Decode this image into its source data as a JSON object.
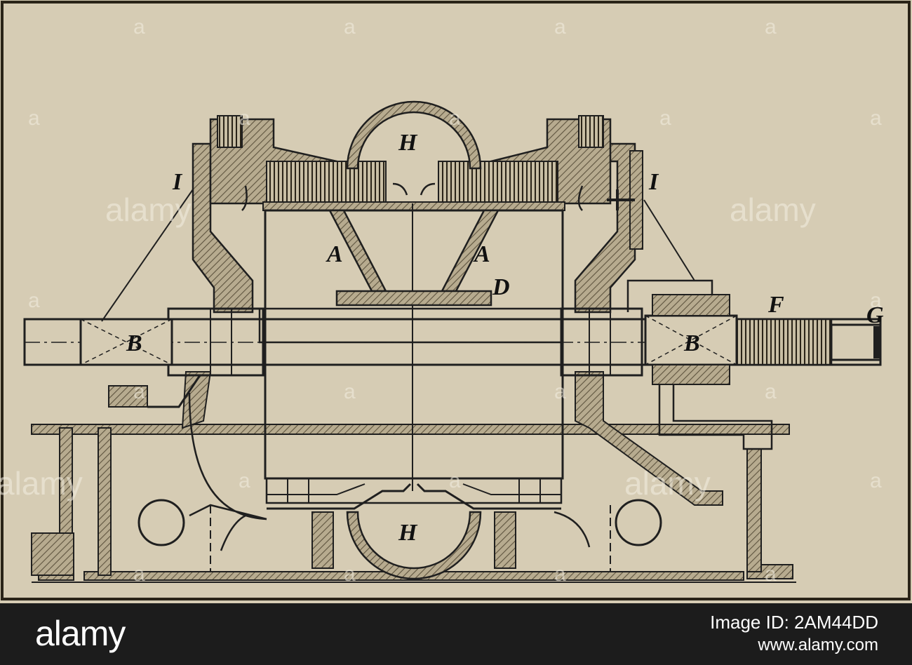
{
  "colors": {
    "paper": "#d6ccb4",
    "ink": "#1f1f1f",
    "hatch": "#8a7e66",
    "footer": "#1c1c1c"
  },
  "diagram": {
    "labels": {
      "H_top": "H",
      "H_bottom": "H",
      "I_left": "I",
      "I_right": "I",
      "A_left": "A",
      "A_right": "A",
      "D": "D",
      "B_left": "B",
      "B_right": "B",
      "F": "F",
      "G": "G"
    }
  },
  "watermark": {
    "logo_text": "alamy",
    "letter": "a"
  },
  "footer": {
    "logo": "alamy",
    "image_id": "Image ID: 2AM44DD",
    "url": "www.alamy.com"
  }
}
